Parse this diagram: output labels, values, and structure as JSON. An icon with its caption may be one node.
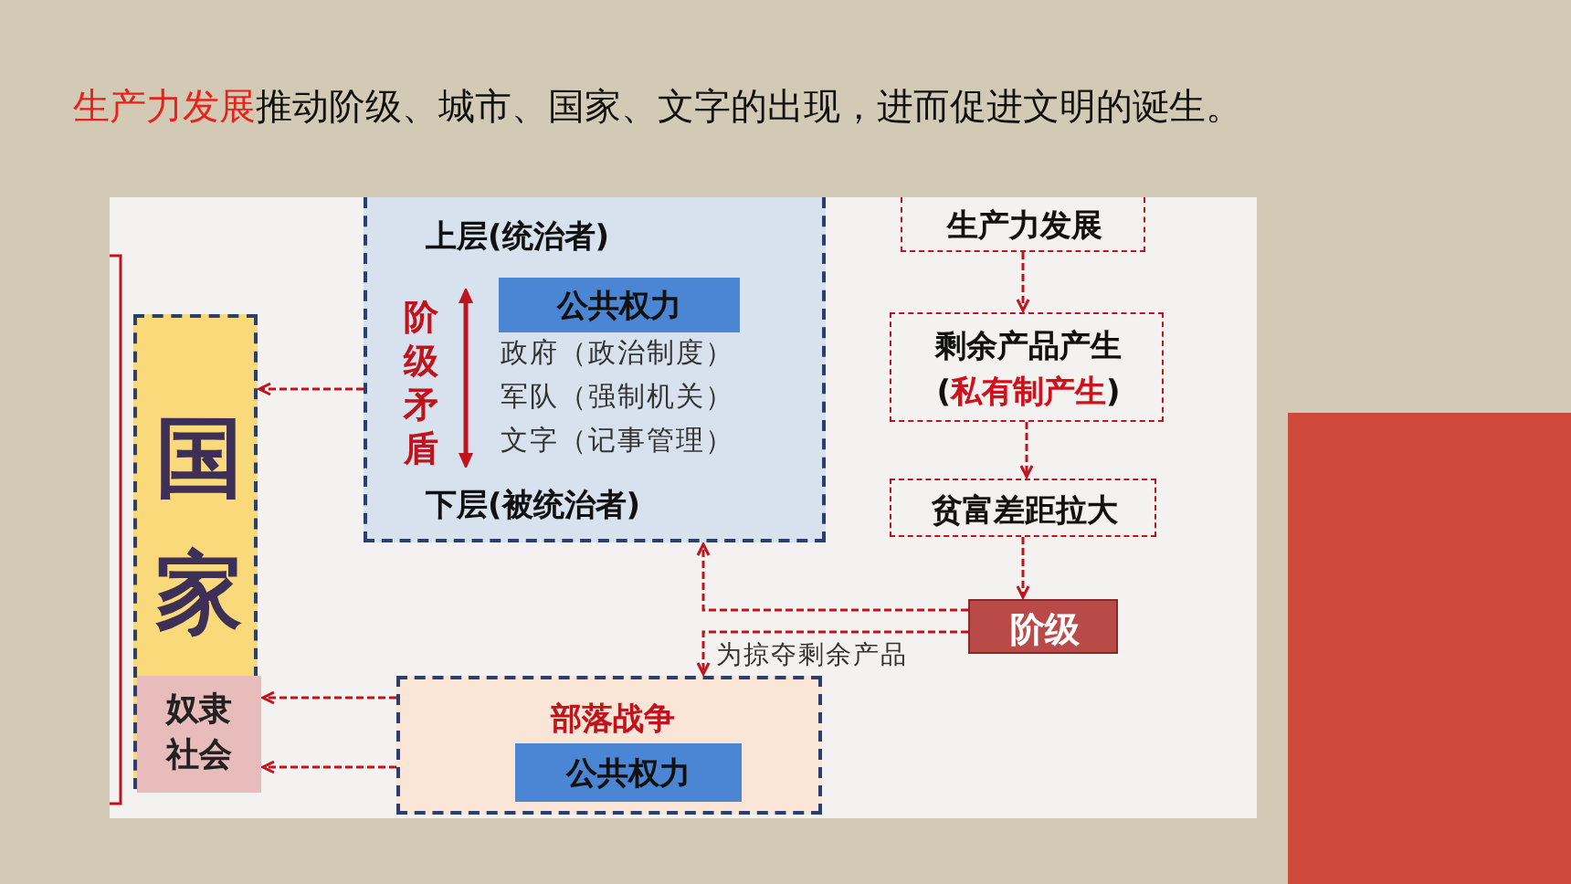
{
  "diagram": {
    "title": "**生产力发展**推动阶级、城市、国家、文字的出现，进而促进文明的诞生。",
    "nodes": [
      {
        "text": [
          "国家"
        ]
      },
      {
        "text": [
          "奴隶社会"
        ],
        "in": 0
      },
      {
        "text": [
          "上层(统治者)",
          "阶级矛盾",
          "政府（政治制度）",
          "军队（强制机关）",
          "文字（记事管理）",
          "下层(被统治者)"
        ]
      },
      {
        "text": [
          "公共权力"
        ],
        "in": 2
      },
      {
        "text": [
          "部落战争"
        ]
      },
      {
        "text": [
          "公共权力"
        ],
        "in": 4
      },
      {
        "text": [
          "生产力发展"
        ]
      },
      {
        "text": [
          "剩余产品产生",
          "(**私有制产生**)"
        ]
      },
      {
        "text": [
          "贫富差距拉大"
        ]
      },
      {
        "text": [
          "阶级"
        ]
      }
    ],
    "edges": [
      {
        "from": 6,
        "to": 7,
        "arrow": "to"
      },
      {
        "from": 7,
        "to": 8,
        "arrow": "to"
      },
      {
        "from": 8,
        "to": 9,
        "arrow": "to"
      },
      {
        "from": 9,
        "to": 2,
        "arrow": "to"
      },
      {
        "from": 9,
        "to": 4,
        "arrow": "to",
        "label": "为掠夺剩余产品"
      },
      {
        "from": 2,
        "to": 0,
        "arrow": "to"
      },
      {
        "from": 4,
        "to": 1,
        "arrow": "to"
      },
      {
        "from": 4,
        "to": 1,
        "arrow": "to"
      }
    ]
  }
}
